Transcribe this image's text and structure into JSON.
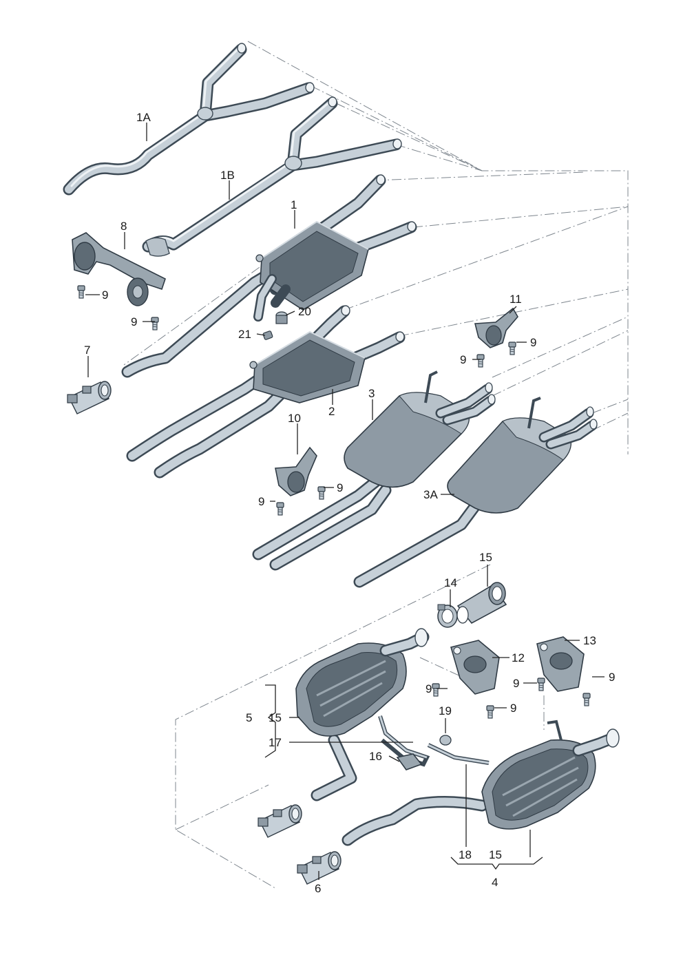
{
  "colors": {
    "pipe_fill": "#c6d0d8",
    "pipe_edge": "#3d4a55",
    "muffler_fill": "#8e9aa4",
    "muffler_dark": "#5e6b75",
    "muffler_light": "#b7c1c9",
    "leader_line": "#222222",
    "dash_line": "#7d858d"
  },
  "parts": [
    {
      "id": "p1A",
      "label": "1A"
    },
    {
      "id": "p1B",
      "label": "1B"
    },
    {
      "id": "p1",
      "label": "1"
    },
    {
      "id": "p2",
      "label": "2"
    },
    {
      "id": "p3",
      "label": "3"
    },
    {
      "id": "p3A",
      "label": "3A"
    },
    {
      "id": "p4",
      "label": "4"
    },
    {
      "id": "p5",
      "label": "5"
    },
    {
      "id": "p6",
      "label": "6"
    },
    {
      "id": "p7",
      "label": "7"
    },
    {
      "id": "p8",
      "label": "8"
    },
    {
      "id": "p10",
      "label": "10"
    },
    {
      "id": "p11",
      "label": "11"
    },
    {
      "id": "p12",
      "label": "12"
    },
    {
      "id": "p13",
      "label": "13"
    },
    {
      "id": "p14",
      "label": "14"
    },
    {
      "id": "p15",
      "label": "15"
    },
    {
      "id": "p16",
      "label": "16"
    },
    {
      "id": "p17",
      "label": "17"
    },
    {
      "id": "p18",
      "label": "18"
    },
    {
      "id": "p19",
      "label": "19"
    },
    {
      "id": "p20",
      "label": "20"
    },
    {
      "id": "p21",
      "label": "21"
    }
  ],
  "labels": {
    "l1A": "1A",
    "l1B": "1B",
    "l1": "1",
    "l2": "2",
    "l3": "3",
    "l3A": "3A",
    "l4": "4",
    "l5": "5",
    "l6": "6",
    "l7": "7",
    "l8": "8",
    "l10": "10",
    "l11": "11",
    "l12": "12",
    "l13": "13",
    "l14": "14",
    "l15a": "15",
    "l15b": "15",
    "l15c": "15",
    "l16": "16",
    "l17": "17",
    "l18": "18",
    "l19": "19",
    "l20": "20",
    "l21": "21",
    "l9a": "9",
    "l9b": "9",
    "l9c": "9",
    "l9d": "9",
    "l9e": "9",
    "l9f": "9",
    "l9g": "9",
    "l9h": "9",
    "l9i": "9",
    "l9j": "9"
  }
}
